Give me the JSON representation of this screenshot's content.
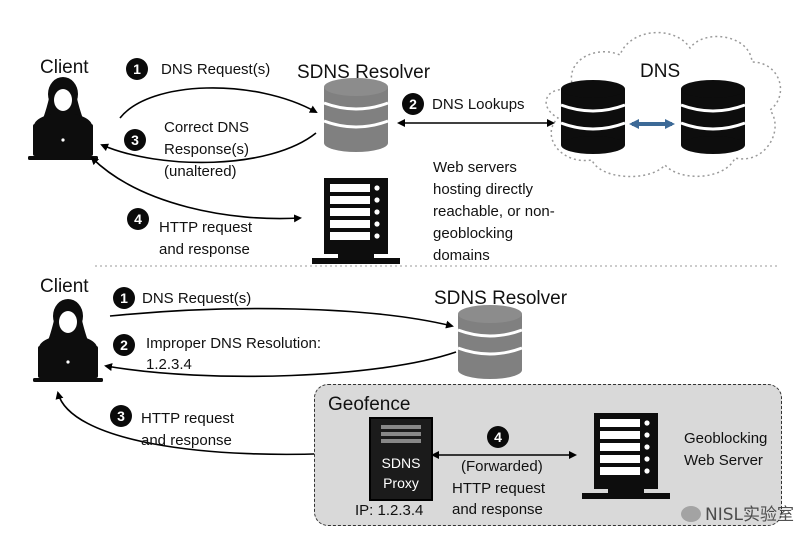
{
  "top": {
    "client_label": "Client",
    "resolver_label": "SDNS Resolver",
    "dns_label": "DNS",
    "step1": {
      "num": "1",
      "text": "DNS Request(s)"
    },
    "step2": {
      "num": "2",
      "text": "DNS Lookups"
    },
    "step3": {
      "num": "3",
      "line1": "Correct DNS",
      "line2": "Response(s)",
      "line3": "(unaltered)"
    },
    "step4": {
      "num": "4",
      "line1": "HTTP request",
      "line2": "and response"
    },
    "web_servers": {
      "line1": "Web servers",
      "line2": "hosting directly",
      "line3": "reachable, or non-",
      "line4": "geoblocking",
      "line5": "domains"
    }
  },
  "bottom": {
    "client_label": "Client",
    "resolver_label": "SDNS Resolver",
    "step1": {
      "num": "1",
      "text": "DNS Request(s)"
    },
    "step2": {
      "num": "2",
      "line1": "Improper DNS Resolution:",
      "line2": "1.2.3.4"
    },
    "step3": {
      "num": "3",
      "line1": "HTTP request",
      "line2": "and response"
    },
    "step4": {
      "num": "4",
      "line1": "(Forwarded)",
      "line2": "HTTP request",
      "line3": "and response"
    },
    "geofence_label": "Geofence",
    "proxy": {
      "line1": "SDNS",
      "line2": "Proxy",
      "ip": "IP: 1.2.3.4"
    },
    "geoblocking": {
      "line1": "Geoblocking",
      "line2": "Web Server"
    }
  },
  "watermark": "NISL实验室",
  "colors": {
    "dark": "#1a1a1a",
    "arrow_blue": "#3d6a97",
    "geofence_bg": "#d9d9d9"
  },
  "icons": [
    "user-laptop-icon",
    "database-icon",
    "server-rack-icon",
    "cloud-icon",
    "wechat-icon"
  ]
}
